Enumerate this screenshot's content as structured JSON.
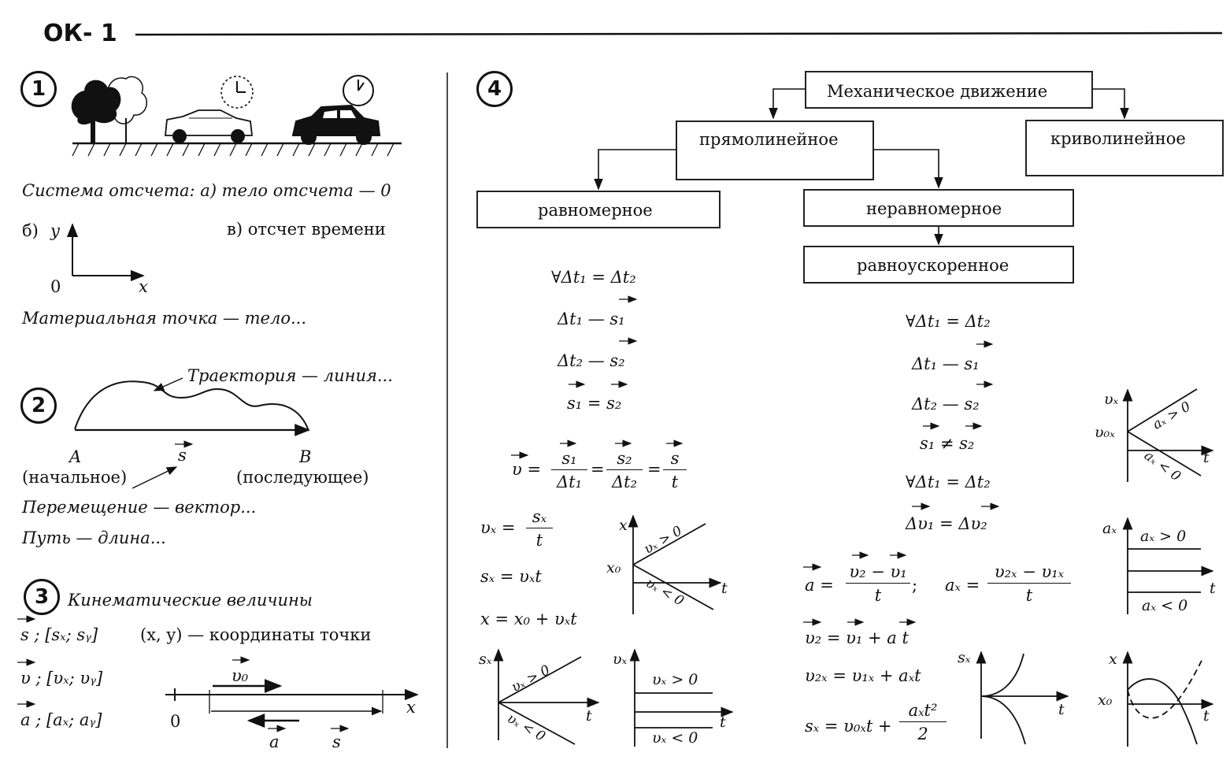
{
  "header": {
    "title": "ОК- 1"
  },
  "section1": {
    "number": "1",
    "frame_line1": "Система отсчета: а) тело отсчета — 0",
    "frame_b": "б)",
    "axis_y": "y",
    "axis_x": "x",
    "origin": "0",
    "frame_v": "в)  отсчет времени",
    "material_point": "Материальная точка — тело..."
  },
  "section2": {
    "number": "2",
    "trajectory": "Траектория — линия...",
    "point_a": "A",
    "point_a_desc": "(начальное)",
    "vector_s": "s",
    "point_b": "B",
    "point_b_desc": "(последующее)",
    "displacement": "Перемещение — вектор...",
    "path": "Путь — длина..."
  },
  "section3": {
    "number": "3",
    "title": "Кинематические величины",
    "row_s": "s ; [sₓ; sᵧ]",
    "coords": "(x, y) — координаты точки",
    "row_v": "υ ; [υₓ; υᵧ]",
    "row_a": "a ; [aₓ; aᵧ]",
    "axis_v0": "υ₀",
    "axis_zero": "0",
    "axis_x": "x",
    "axis_a": "a",
    "axis_s": "s"
  },
  "section4": {
    "number": "4",
    "root": "Механическое движение",
    "straight": "прямолинейное",
    "curved": "криволинейное",
    "uniform": "равномерное",
    "nonuniform": "неравномерное",
    "accelerated": "равноускоренное",
    "uniform_formulas": {
      "f1": "∀Δt₁ = Δt₂",
      "f2": "Δt₁ — s₁",
      "f3": "Δt₂ — s₂",
      "f4": "s₁ = s₂",
      "v_lhs": "υ =",
      "num1": "s₁",
      "den1": "Δt₁",
      "num2": "s₂",
      "den2": "Δt₂",
      "num3": "s",
      "den3": "t",
      "vx_lhs": "υₓ =",
      "vx_num": "sₓ",
      "vx_den": "t",
      "sx": "sₓ = υₓt",
      "x": "x = x₀ + υₓt"
    },
    "accel_formulas": {
      "f1": "∀Δt₁ = Δt₂",
      "f2": "Δt₁ — s₁",
      "f3": "Δt₂ — s₂",
      "f4": "s₁ ≠ s₂",
      "f5": "∀Δt₁ = Δt₂",
      "f6": "Δυ₁ = Δυ₂",
      "a_lhs": "a =",
      "a_num": "υ₂ − υ₁",
      "a_den": "t",
      "ax_lhs": "aₓ =",
      "ax_num": "υ₂ₓ − υ₁ₓ",
      "ax_den": "t",
      "v2": "υ₂ = υ₁ + a t",
      "v2x": "υ₂ₓ = υ₁ₓ + aₓt",
      "sx_lhs": "sₓ = υ₀ₓt +",
      "sx_num": "aₓt²",
      "sx_den": "2"
    },
    "graphs": {
      "x_graph": {
        "ylabel": "x",
        "x0": "x₀",
        "t": "t",
        "up": "υₓ > 0",
        "down": "υₓ < 0"
      },
      "sx_graph": {
        "ylabel": "sₓ",
        "t": "t",
        "up": "υₓ > 0",
        "down": "υₓ < 0"
      },
      "vx_graph": {
        "ylabel": "υₓ",
        "t": "t",
        "up": "υₓ > 0",
        "down": "υₓ < 0"
      },
      "vx_acc": {
        "ylabel": "υₓ",
        "v0x": "υ₀ₓ",
        "t": "t",
        "up": "aₓ > 0",
        "down": "aₓ < 0"
      },
      "ax_graph": {
        "ylabel": "aₓ",
        "t": "t",
        "up": "aₓ > 0",
        "down": "aₓ < 0"
      },
      "sx_acc": {
        "ylabel": "sₓ",
        "t": "t"
      },
      "x_acc": {
        "ylabel": "x",
        "x0": "x₀",
        "t": "t"
      }
    }
  }
}
